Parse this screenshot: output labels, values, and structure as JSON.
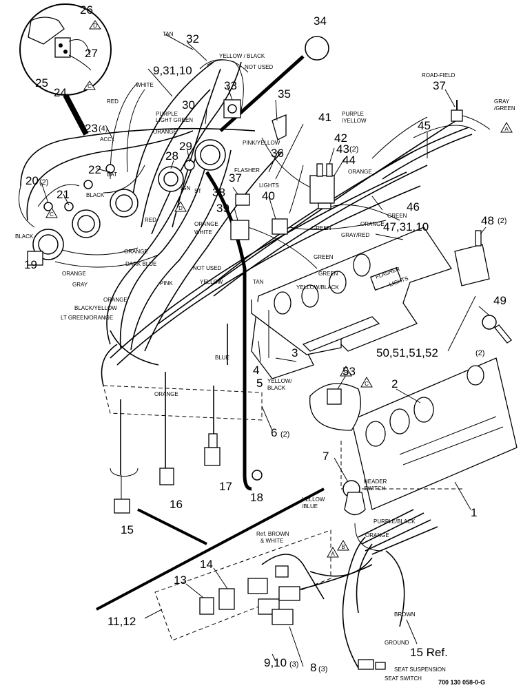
{
  "callouts": {
    "c1": "1",
    "c2": "2",
    "c3": "3",
    "c4": "4",
    "c5": "5",
    "c6": "6",
    "c6q": "(2)",
    "c7": "7",
    "c8": "8",
    "c8q": "(3)",
    "c9_10a": "9,10",
    "c9_10aq": "(3)",
    "c9_31_10": "9,31,10",
    "c11_12": "11,12",
    "c13": "13",
    "c14": "14",
    "c15": "15",
    "c15ref": "15 Ref.",
    "c16": "16",
    "c17": "17",
    "c18": "18",
    "c19": "19",
    "c20": "20",
    "c20q": "(2)",
    "c21": "21",
    "c22": "22",
    "c23": "23",
    "c23q": "(4)",
    "c24": "24",
    "c25": "25",
    "c26": "26",
    "c27": "27",
    "c28": "28",
    "c29": "29",
    "c30": "30",
    "c32": "32",
    "c33": "33",
    "c34": "34",
    "c35": "35",
    "c36": "36",
    "c37a": "37",
    "c37b": "37",
    "c38": "38",
    "c39": "39",
    "c40": "40",
    "c41": "41",
    "c42": "42",
    "c43": "43",
    "c43q": "(2)",
    "c44": "44",
    "c45": "45",
    "c46": "46",
    "c47": "47,31,10",
    "c48": "48",
    "c48q": "(2)",
    "c49": "49",
    "c50": "50,51,51,52",
    "c50q": "(2)",
    "c53": "53"
  },
  "wire_labels": {
    "tan_top": "TAN",
    "yellow_black_top": "YELLOW / BLACK",
    "not_used_top": "NOT USED",
    "white": "WHITE",
    "red_top": "RED",
    "purple": "PURPLE",
    "light_green": "LIGHT GREEN",
    "orange_top": "ORANGE",
    "acc": "ACC",
    "bat": "BAT",
    "ign": "IGN",
    "st": "ST",
    "black_mid": "BLACK",
    "black_left": "BLACK",
    "red_mid": "RED",
    "orange_mid": "ORANGE",
    "white_mid": "WHITE",
    "orange_left": "ORANGE",
    "dark_blue": "DARK BLUE",
    "orange_19": "ORANGE",
    "gray": "GRAY",
    "pink": "PINK",
    "not_used_mid": "NOT USED",
    "yellow_mid": "YELLOW",
    "tan_mid": "TAN",
    "orange_harness": "ORANGE",
    "black_yellow": "BLACK/YELLOW",
    "lt_green_orange": "LT GREEN/ORANGE",
    "blue": "BLUE",
    "orange_lower": "ORANGE",
    "yellow_black_5a": "YELLOW/",
    "yellow_black_5b": "BLACK",
    "pink_yellow": "PINK/YELLOW",
    "purple_yellow_a": "PURPLE",
    "purple_yellow_b": "/YELLOW",
    "flasher": "FLASHER",
    "lights": "LIGHTS",
    "orange_44": "ORANGE",
    "green_46": "GREEN",
    "orange_46": "ORANGE",
    "green_39": "GREEN",
    "gray_red": "GRAY/RED",
    "green_40": "GREEN",
    "green_40b": "GREEN",
    "yellow_black_mid": "YELLOW/BLACK",
    "road_field": "ROAD-FIELD",
    "gray_green_a": "GRAY",
    "gray_green_b": "/GREEN",
    "header_switch_a": "HEADER",
    "header_switch_b": "SWITCH",
    "yellow_blue_a": "YELLOW",
    "yellow_blue_b": "/BLUE",
    "purple_black": "PURPLE/BLACK",
    "orange_7": "ORANGE",
    "ref_brown_white_a": "Ref. BROWN",
    "ref_brown_white_b": "& WHITE",
    "brown": "BROWN",
    "ground": "GROUND",
    "seat_suspension": "SEAT SUSPENSION",
    "seat_switch": "SEAT SWITCH",
    "panel_flasher": "FLASHER",
    "panel_lights": "LIGHTS"
  },
  "tags": {
    "a1": "A",
    "a2": "A",
    "b1": "B",
    "b2": "B",
    "c1": "C",
    "c2": "C",
    "c3": "C",
    "d1": "D",
    "d2": "D",
    "a3": "A"
  },
  "footer": {
    "drawing_number": "700 130 058-0-G"
  }
}
